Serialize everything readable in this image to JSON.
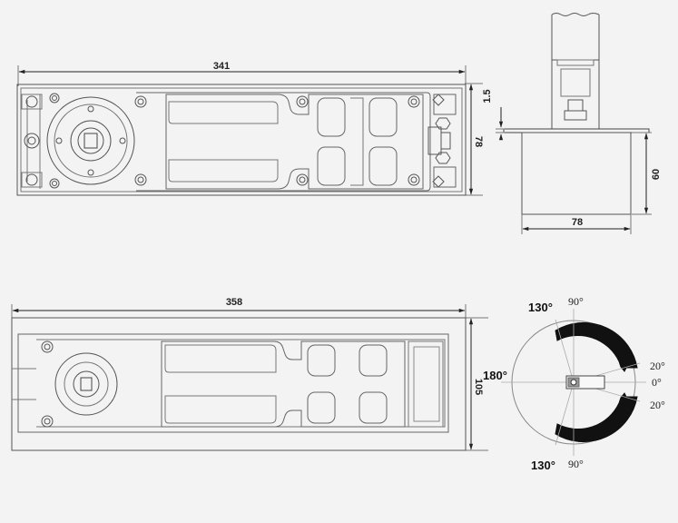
{
  "dimensions": {
    "top_length": "341",
    "top_height": "78",
    "side_plate": "1.5",
    "side_width": "78",
    "side_depth": "60",
    "bottom_length": "358",
    "bottom_height": "105"
  },
  "angles": {
    "left_top": "130°",
    "top": "90°",
    "right_upper": "20°",
    "zero": "0°",
    "right_lower": "20°",
    "left_mid": "180°",
    "left_bottom": "130°",
    "bottom": "90°"
  }
}
